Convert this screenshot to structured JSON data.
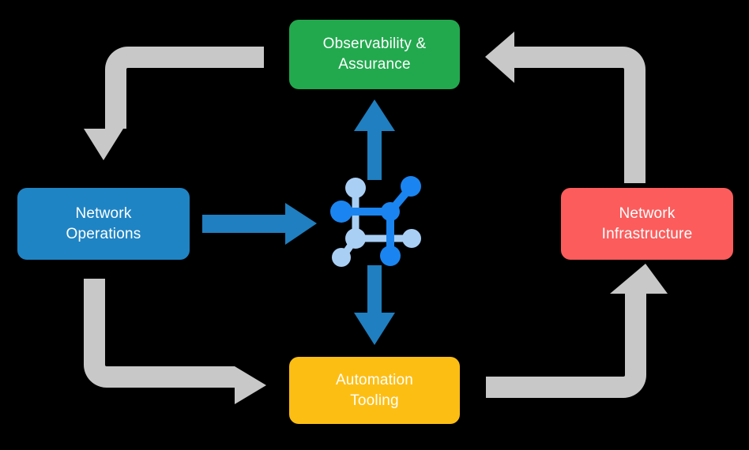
{
  "diagram": {
    "type": "cycle-diagram",
    "background_color": "#000000",
    "center_icon": {
      "name": "network-topology-icon",
      "primary_color": "#1A85F0",
      "secondary_color": "#A9CFF5"
    },
    "nodes": [
      {
        "id": "observability",
        "label": "Observability &\nAssurance",
        "color": "#22A94E",
        "position": "top"
      },
      {
        "id": "network-operations",
        "label": "Network\nOperations",
        "color": "#1F84C4",
        "position": "left"
      },
      {
        "id": "network-infrastructure",
        "label": "Network\nInfrastructure",
        "color": "#FC5C5C",
        "position": "right"
      },
      {
        "id": "automation-tooling",
        "label": "Automation\nTooling",
        "color": "#FDBE14",
        "position": "bottom"
      }
    ],
    "connectors": {
      "blue_color": "#1F84C4",
      "gray_color": "#C8C8C8",
      "blue_arrows": [
        {
          "name": "hub-to-observability",
          "direction": "up"
        },
        {
          "name": "network-operations-to-hub",
          "direction": "right"
        },
        {
          "name": "hub-to-automation-tooling",
          "direction": "down"
        }
      ],
      "gray_arrows": [
        {
          "name": "observability-to-network-operations",
          "direction": "left-then-down"
        },
        {
          "name": "network-infrastructure-to-observability",
          "direction": "up-then-left"
        },
        {
          "name": "network-operations-to-automation-tooling",
          "direction": "down-then-right"
        },
        {
          "name": "automation-tooling-to-network-infrastructure",
          "direction": "right-then-up"
        }
      ]
    }
  }
}
